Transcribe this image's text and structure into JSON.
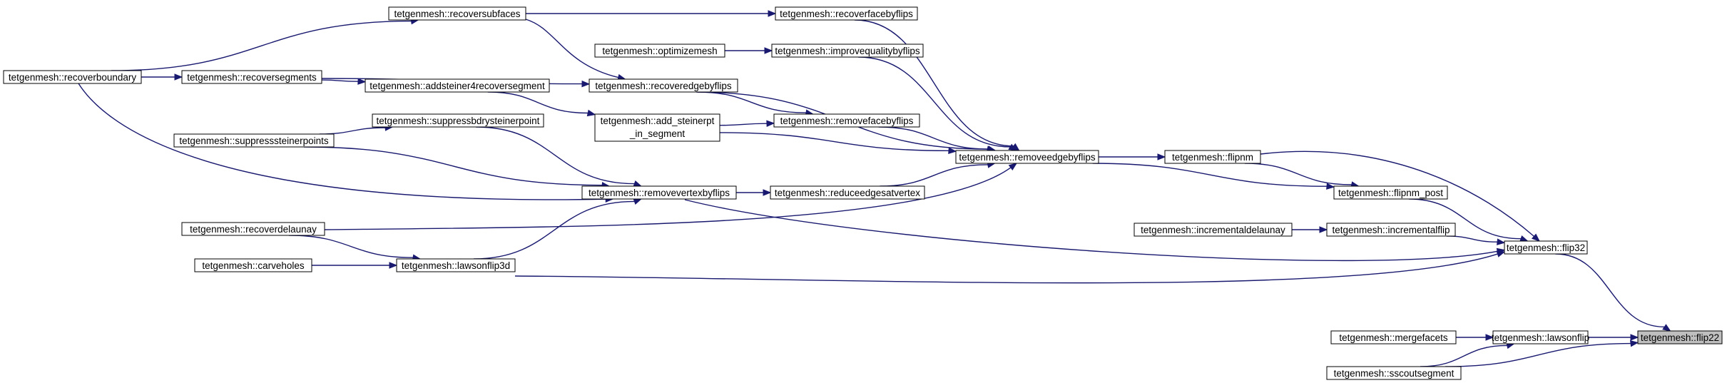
{
  "title": "",
  "colors": {
    "edge": "#191970",
    "node_border": "#000000",
    "node_fill": "#ffffff",
    "focus_fill": "#bfbfbf"
  },
  "nodes": [
    {
      "id": "flip22",
      "label": [
        "tetgenmesh::flip22"
      ],
      "focus": true
    },
    {
      "id": "flip32",
      "label": [
        "tetgenmesh::flip32"
      ]
    },
    {
      "id": "lawsonflip",
      "label": [
        "tetgenmesh::lawsonflip"
      ]
    },
    {
      "id": "sscoutsegment",
      "label": [
        "tetgenmesh::sscoutsegment"
      ]
    },
    {
      "id": "mergefacets",
      "label": [
        "tetgenmesh::mergefacets"
      ]
    },
    {
      "id": "flipnm_post",
      "label": [
        "tetgenmesh::flipnm_post"
      ]
    },
    {
      "id": "incrementalflip",
      "label": [
        "tetgenmesh::incrementalflip"
      ]
    },
    {
      "id": "flipnm",
      "label": [
        "tetgenmesh::flipnm"
      ]
    },
    {
      "id": "incrementaldelaunay",
      "label": [
        "tetgenmesh::incrementaldelaunay"
      ]
    },
    {
      "id": "removeedgebyflips",
      "label": [
        "tetgenmesh::removeedgebyflips"
      ]
    },
    {
      "id": "recoverfacebyflips",
      "label": [
        "tetgenmesh::recoverfacebyflips"
      ]
    },
    {
      "id": "improvequalitybyflips",
      "label": [
        "tetgenmesh::improvequalitybyflips"
      ]
    },
    {
      "id": "removefacebyflips",
      "label": [
        "tetgenmesh::removefacebyflips"
      ]
    },
    {
      "id": "reduceedgesatvertex",
      "label": [
        "tetgenmesh::reduceedgesatvertex"
      ]
    },
    {
      "id": "recoversubfaces",
      "label": [
        "tetgenmesh::recoversubfaces"
      ]
    },
    {
      "id": "optimizemesh",
      "label": [
        "tetgenmesh::optimizemesh"
      ]
    },
    {
      "id": "recoveredgebyflips",
      "label": [
        "tetgenmesh::recoveredgebyflips"
      ]
    },
    {
      "id": "add_steinerpt_in_segment",
      "label": [
        "tetgenmesh::add_steinerpt",
        "_in_segment"
      ]
    },
    {
      "id": "removevertexbyflips",
      "label": [
        "tetgenmesh::removevertexbyflips"
      ]
    },
    {
      "id": "lawsonflip3d",
      "label": [
        "tetgenmesh::lawsonflip3d"
      ]
    },
    {
      "id": "recoverboundary",
      "label": [
        "tetgenmesh::recoverboundary"
      ]
    },
    {
      "id": "recoversegments",
      "label": [
        "tetgenmesh::recoversegments"
      ]
    },
    {
      "id": "addsteiner4recoversegment",
      "label": [
        "tetgenmesh::addsteiner4recoversegment"
      ]
    },
    {
      "id": "suppressbdrysteinerpoint",
      "label": [
        "tetgenmesh::suppressbdrysteinerpoint"
      ]
    },
    {
      "id": "suppresssteinerpoints",
      "label": [
        "tetgenmesh::suppresssteinerpoints"
      ]
    },
    {
      "id": "recoverdelaunay",
      "label": [
        "tetgenmesh::recoverdelaunay"
      ]
    },
    {
      "id": "carveholes",
      "label": [
        "tetgenmesh::carveholes"
      ]
    }
  ],
  "edges": [
    {
      "from": "flip32",
      "to": "flip22"
    },
    {
      "from": "lawsonflip",
      "to": "flip22"
    },
    {
      "from": "sscoutsegment",
      "to": "flip22"
    },
    {
      "from": "mergefacets",
      "to": "lawsonflip"
    },
    {
      "from": "sscoutsegment",
      "to": "lawsonflip"
    },
    {
      "from": "flipnm",
      "to": "flip32"
    },
    {
      "from": "flipnm_post",
      "to": "flip32"
    },
    {
      "from": "incrementalflip",
      "to": "flip32"
    },
    {
      "from": "removevertexbyflips",
      "to": "flip32"
    },
    {
      "from": "lawsonflip3d",
      "to": "flip32"
    },
    {
      "from": "flipnm",
      "to": "flipnm_post"
    },
    {
      "from": "removeedgebyflips",
      "to": "flipnm_post"
    },
    {
      "from": "incrementaldelaunay",
      "to": "incrementalflip"
    },
    {
      "from": "removeedgebyflips",
      "to": "flipnm"
    },
    {
      "from": "recoverfacebyflips",
      "to": "removeedgebyflips"
    },
    {
      "from": "improvequalitybyflips",
      "to": "removeedgebyflips"
    },
    {
      "from": "recoveredgebyflips",
      "to": "removeedgebyflips"
    },
    {
      "from": "removefacebyflips",
      "to": "removeedgebyflips"
    },
    {
      "from": "add_steinerpt_in_segment",
      "to": "removeedgebyflips"
    },
    {
      "from": "reduceedgesatvertex",
      "to": "removeedgebyflips"
    },
    {
      "from": "recoverdelaunay",
      "to": "removeedgebyflips"
    },
    {
      "from": "recoversubfaces",
      "to": "recoverfacebyflips"
    },
    {
      "from": "optimizemesh",
      "to": "improvequalitybyflips"
    },
    {
      "from": "recoveredgebyflips",
      "to": "removefacebyflips"
    },
    {
      "from": "add_steinerpt_in_segment",
      "to": "removefacebyflips"
    },
    {
      "from": "removevertexbyflips",
      "to": "reduceedgesatvertex"
    },
    {
      "from": "recoversubfaces",
      "to": "recoveredgebyflips"
    },
    {
      "from": "recoversegments",
      "to": "recoveredgebyflips"
    },
    {
      "from": "addsteiner4recoversegment",
      "to": "add_steinerpt_in_segment"
    },
    {
      "from": "suppressbdrysteinerpoint",
      "to": "removevertexbyflips"
    },
    {
      "from": "suppresssteinerpoints",
      "to": "removevertexbyflips"
    },
    {
      "from": "recoverboundary",
      "to": "removevertexbyflips"
    },
    {
      "from": "lawsonflip3d",
      "to": "removevertexbyflips"
    },
    {
      "from": "recoverboundary",
      "to": "recoversubfaces"
    },
    {
      "from": "recoverboundary",
      "to": "recoversegments"
    },
    {
      "from": "recoversegments",
      "to": "addsteiner4recoversegment"
    },
    {
      "from": "suppresssteinerpoints",
      "to": "suppressbdrysteinerpoint"
    },
    {
      "from": "recoverdelaunay",
      "to": "lawsonflip3d"
    },
    {
      "from": "carveholes",
      "to": "lawsonflip3d"
    }
  ]
}
